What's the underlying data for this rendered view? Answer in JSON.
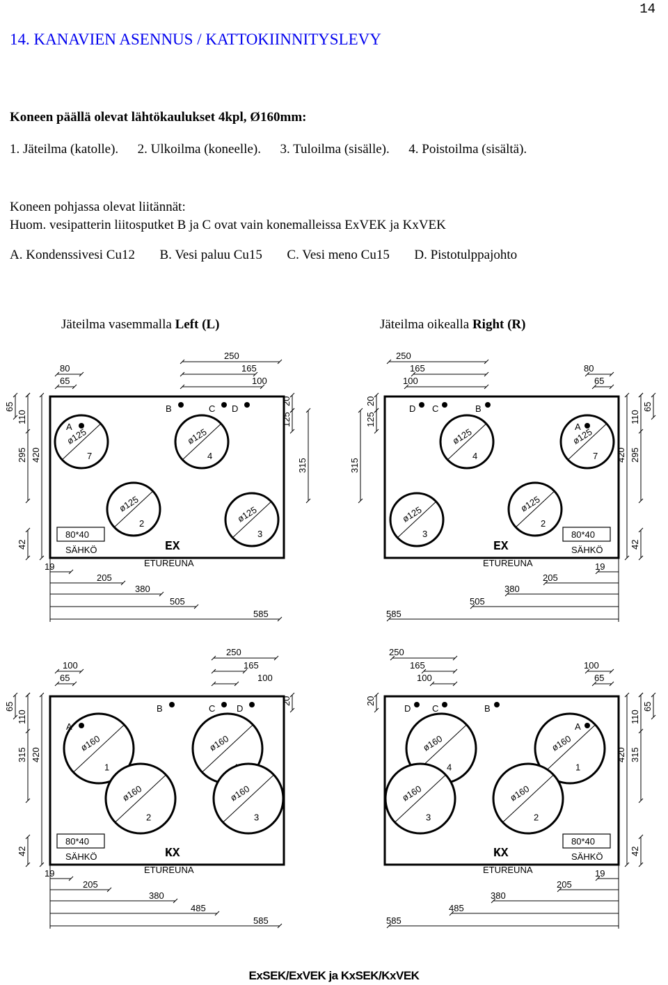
{
  "page_number": "14",
  "heading": "14. KANAVIEN ASENNUS / KATTOKIINNITYSLEVY",
  "intro": {
    "collars": "Koneen päällä olevat lähtökaulukset 4kpl, Ø160mm:",
    "collar_items": [
      "1. Jäteilma (katolle).",
      "2. Ulkoilma (koneelle).",
      "3. Tuloilma (sisälle).",
      "4. Poistoilma (sisältä)."
    ],
    "bottom_connections": "Koneen pohjassa olevat liitännät:",
    "note": "Huom. vesipatterin liitosputket B ja C ovat vain konemalleissa ExVEK ja KxVEK",
    "connection_items": [
      "A. Kondenssivesi Cu12",
      "B. Vesi paluu Cu15",
      "C. Vesi meno Cu15",
      "D. Pistotulppajohto"
    ]
  },
  "column_titles": {
    "left_prefix": "Jäteilma vasemmalla ",
    "left_bold": "Left (L)",
    "right_prefix": "Jäteilma oikealla ",
    "right_bold": "Right (R)"
  },
  "drawing_labels": {
    "ex": "EX",
    "kx": "KX",
    "front_edge": "ETUREUNA",
    "electric": "SÄHKÖ",
    "electric_size": "80*40",
    "dia125": "ø125",
    "dia160": "ø160",
    "conn_a": "A",
    "conn_b": "B",
    "conn_c": "C",
    "conn_d": "D",
    "n1": "1",
    "n2": "2",
    "n3": "3",
    "n4": "4",
    "n7": "7",
    "d250": "250",
    "d165": "165",
    "d100": "100",
    "d80": "80",
    "d65": "65",
    "d20": "20",
    "d125": "125",
    "d315": "315",
    "d110": "110",
    "d295": "295",
    "d420": "420",
    "d42": "42",
    "d19": "19",
    "d205": "205",
    "d380": "380",
    "d505": "505",
    "d485": "485",
    "d585": "585"
  },
  "footer": "ExSEK/ExVEK ja KxSEK/KxVEK"
}
